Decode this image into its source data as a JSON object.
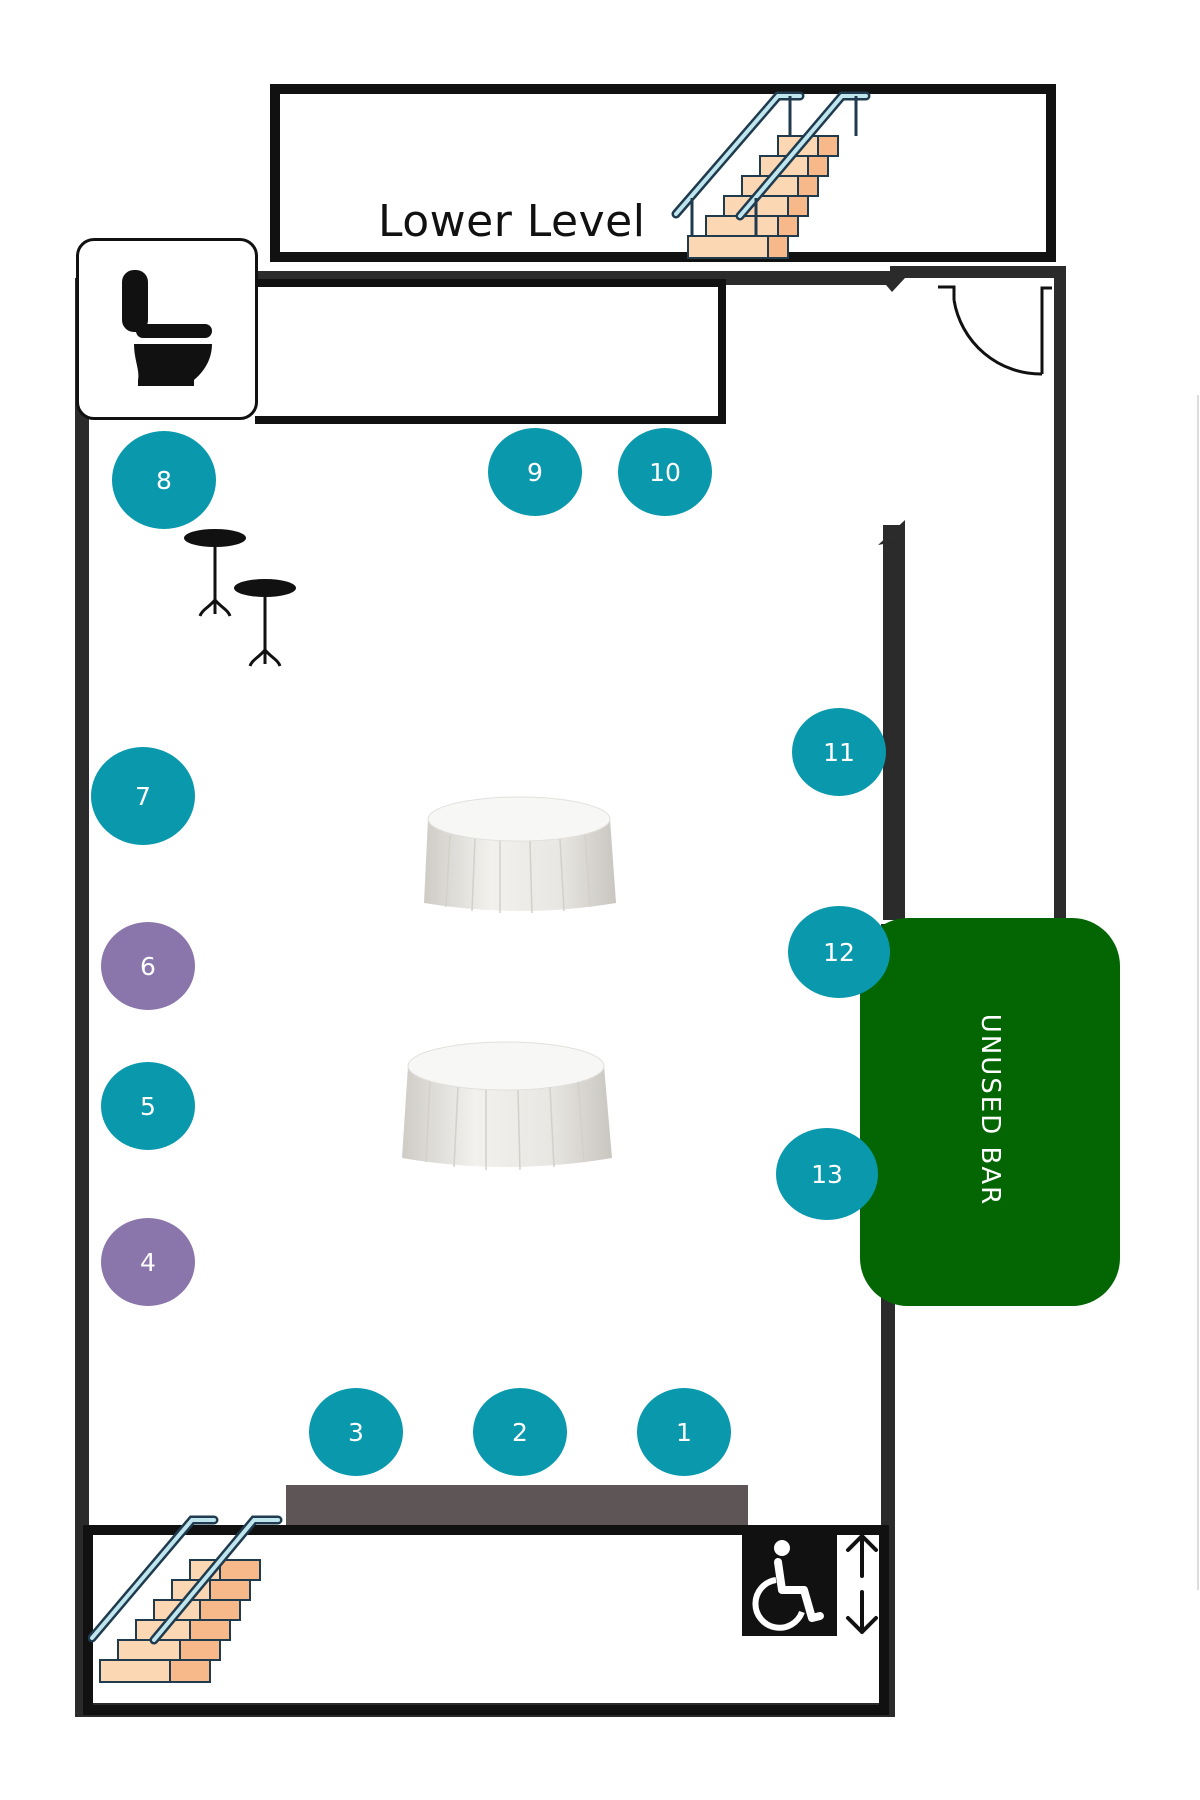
{
  "labels": {
    "lower_level": "Lower Level",
    "unused_bar": "UNUSED BAR"
  },
  "colors": {
    "seat_teal": "#0a98ac",
    "seat_purple": "#8a76ab",
    "bar_green": "#036603",
    "wall": "#2b2b2b",
    "stage_gray": "#5e5656",
    "stair_orange": "#f7b98a",
    "stair_rail": "#1aa6c0"
  },
  "seats": [
    {
      "num": "1",
      "color": "teal"
    },
    {
      "num": "2",
      "color": "teal"
    },
    {
      "num": "3",
      "color": "teal"
    },
    {
      "num": "4",
      "color": "purple"
    },
    {
      "num": "5",
      "color": "teal"
    },
    {
      "num": "6",
      "color": "purple"
    },
    {
      "num": "7",
      "color": "teal"
    },
    {
      "num": "8",
      "color": "teal"
    },
    {
      "num": "9",
      "color": "teal"
    },
    {
      "num": "10",
      "color": "teal"
    },
    {
      "num": "11",
      "color": "teal"
    },
    {
      "num": "12",
      "color": "teal"
    },
    {
      "num": "13",
      "color": "teal"
    }
  ],
  "icons": [
    "toilet-icon",
    "stairs-icon",
    "wheelchair-icon",
    "up-down-arrow-icon",
    "cocktail-table-icon",
    "round-table-icon",
    "door-icon"
  ]
}
